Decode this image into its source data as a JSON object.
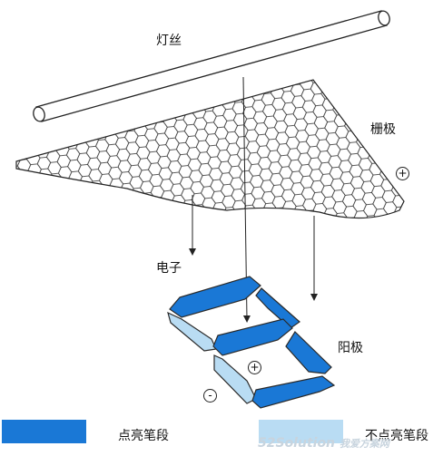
{
  "labels": {
    "filament": "灯丝",
    "grid": "栅极",
    "electron": "电子",
    "anode": "阳极",
    "lit_segment": "点亮笔段",
    "unlit_segment": "不点亮笔段",
    "plus": "+",
    "minus": "-"
  },
  "watermark": {
    "latin": "52Solution",
    "chinese": "我爱方案网"
  },
  "colors": {
    "lit": "#1a78d6",
    "unlit": "#b9dcf3",
    "outline": "#2a2a2a",
    "watermark": "#c8d4de"
  }
}
